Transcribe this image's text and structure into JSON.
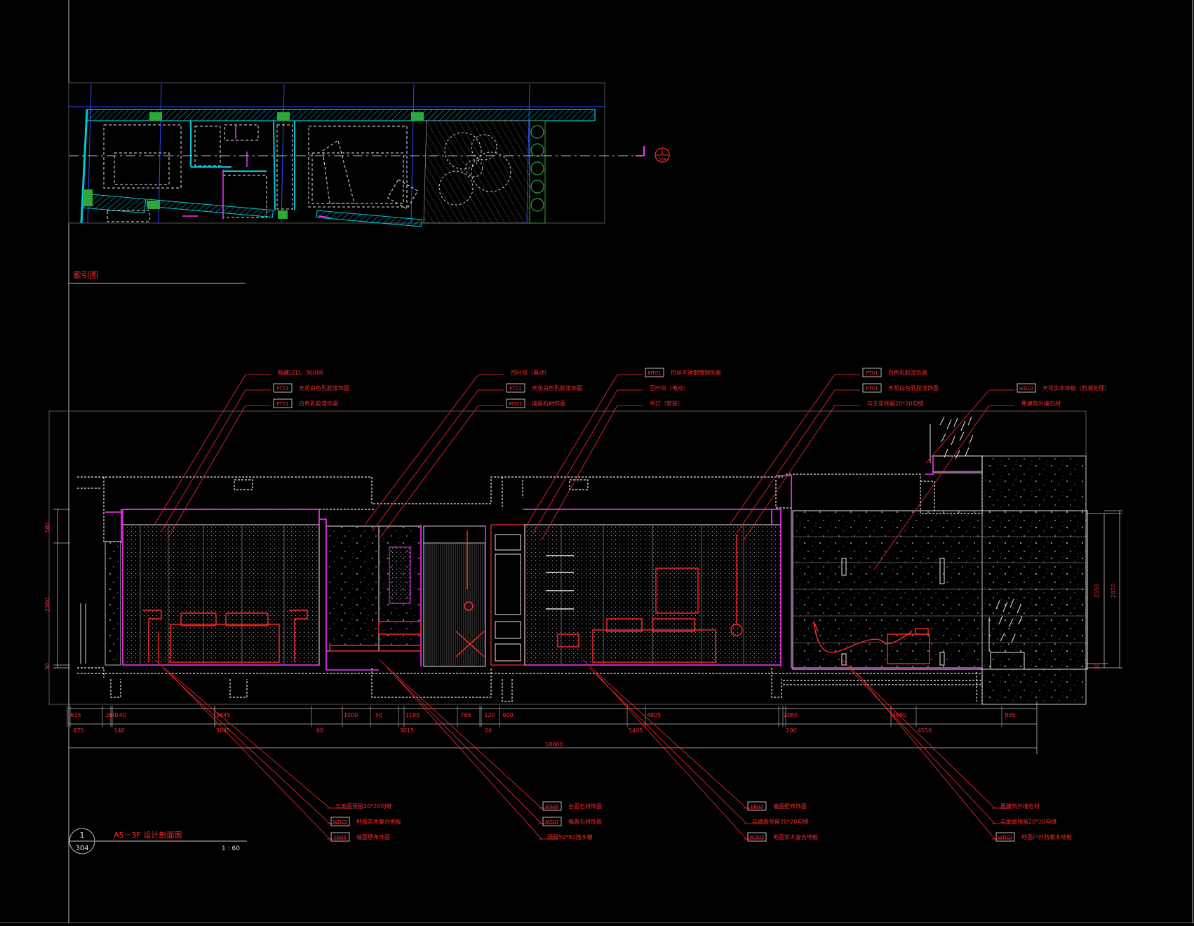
{
  "colors": {
    "background": "#000000",
    "frame": "#bfbfbf",
    "annotation_red": "#ff2a2a",
    "magenta": "#ff33ff",
    "cyan_wall": "#00c8d8",
    "green_column": "#2fa83a",
    "white_dotted": "#e6e6e6",
    "blue_grid": "#2a4cff"
  },
  "index_plan": {
    "title": "索引图",
    "section_marker": {
      "top": "1",
      "bottom": "304"
    }
  },
  "section_title": {
    "number": "1",
    "sheet": "304",
    "name": "A5－3F  设计剖面图",
    "scale": "1 : 60"
  },
  "callouts_top": [
    {
      "code": "",
      "text": "暗藏LED，3000K"
    },
    {
      "code": "PT01",
      "text": "天花白色乳胶漆饰面"
    },
    {
      "code": "PT01",
      "text": "白色乳胶漆饰面"
    },
    {
      "code": "",
      "text": "百叶帘（电动）"
    },
    {
      "code": "PT01",
      "text": "天花白色乳胶漆饰面"
    },
    {
      "code": "MS01",
      "text": "墙面石材饰面"
    },
    {
      "code": "MT01",
      "text": "拉丝不锈钢镀铜饰面"
    },
    {
      "code": "",
      "text": "百叶帘（电动）"
    },
    {
      "code": "",
      "text": "吊灯（软装）"
    },
    {
      "code": "PT01",
      "text": "白色乳胶漆饰面"
    },
    {
      "code": "PT01",
      "text": "天花白色乳胶漆饰面"
    },
    {
      "code": "",
      "text": "与天花预留20*20勾缝"
    },
    {
      "code": "WD02",
      "text": "天花实木饰板（防潮处理）"
    },
    {
      "code": "",
      "text": "原建筑外墙石材"
    }
  ],
  "callouts_bottom": [
    {
      "code": "",
      "text": "与地面预留20*20勾缝"
    },
    {
      "code": "WD02",
      "text": "地面实木复合地板"
    },
    {
      "code": "FB05",
      "text": "墙面壁布饰面"
    },
    {
      "code": "MS05",
      "text": "台面石材饰面"
    },
    {
      "code": "MS01",
      "text": "墙面石材饰面"
    },
    {
      "code": "",
      "text": "预留50*50挡水槽"
    },
    {
      "code": "FB04",
      "text": "墙面壁布饰面"
    },
    {
      "code": "",
      "text": "与地面预留20*20勾缝"
    },
    {
      "code": "WD02",
      "text": "地面实木复合地板"
    },
    {
      "code": "",
      "text": "原建筑外墙石材"
    },
    {
      "code": "",
      "text": "与地面预留20*20勾缝"
    },
    {
      "code": "WD03",
      "text": "地面户外防腐木地板"
    }
  ],
  "dimensions": {
    "row1": [
      "615",
      "260",
      "140",
      "3645",
      "1000",
      "50",
      "1180",
      "765",
      "120",
      "600",
      "4805",
      "20",
      "80",
      "3680",
      "895"
    ],
    "row2": [
      "875",
      "140",
      "3645",
      "60",
      "3015",
      "20",
      "5405",
      "200",
      "4550"
    ],
    "total": "18000",
    "left_vertical": [
      "580",
      "2300",
      "30"
    ],
    "right_vertical": [
      "2550",
      "2870",
      "30"
    ]
  }
}
